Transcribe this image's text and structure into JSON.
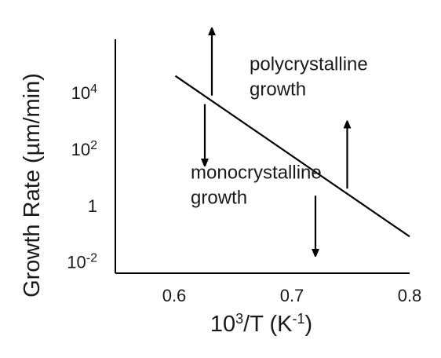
{
  "chart_data": {
    "type": "line",
    "title": "",
    "xlabel": "10³/T (K⁻¹)",
    "xlabel_parts": {
      "base": "10",
      "sup1": "3",
      "mid": "/T  (K",
      "sup2": "-1",
      "end": ")"
    },
    "ylabel": "Growth Rate (µm/min)",
    "xlim": [
      0.55,
      0.8
    ],
    "ylim_log10": [
      -2.4,
      5.9
    ],
    "x_ticks": [
      {
        "value": 0.6,
        "label": "0.6"
      },
      {
        "value": 0.7,
        "label": "0.7"
      },
      {
        "value": 0.8,
        "label": "0.8"
      }
    ],
    "y_ticks": [
      {
        "log10": 4,
        "base": "10",
        "exp": "4"
      },
      {
        "log10": 2,
        "base": "10",
        "exp": "2"
      },
      {
        "log10": 0,
        "base": "1",
        "exp": ""
      },
      {
        "log10": -2,
        "base": "10",
        "exp": "-2"
      }
    ],
    "series": [
      {
        "points": [
          {
            "x": 0.601,
            "log10_y": 4.6
          },
          {
            "x": 0.8,
            "log10_y": -1.1
          }
        ]
      }
    ],
    "regions": [
      {
        "lines": [
          "polycrystalline",
          "growth"
        ],
        "x": 0.664,
        "log10_y": 4.8
      },
      {
        "lines": [
          "monocrystalline",
          "growth"
        ],
        "x": 0.614,
        "log10_y": 0.95
      }
    ],
    "arrows": [
      {
        "direction": "up",
        "x": 0.632,
        "from_log10": 3.9,
        "to_log10": 6.2
      },
      {
        "direction": "down",
        "x": 0.626,
        "from_log10": 3.6,
        "to_log10": 1.5
      },
      {
        "direction": "up",
        "x": 0.747,
        "from_log10": 0.6,
        "to_log10": 2.9
      },
      {
        "direction": "down",
        "x": 0.72,
        "from_log10": 0.35,
        "to_log10": -1.7
      }
    ]
  }
}
